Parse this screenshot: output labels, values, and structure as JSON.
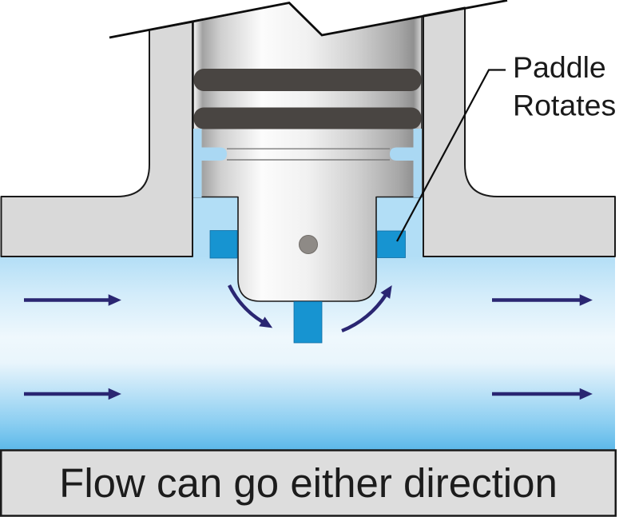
{
  "diagram": {
    "caption": {
      "text": "Flow can go either direction"
    },
    "callout": {
      "line1": "Paddle",
      "line2": "Rotates"
    },
    "colors": {
      "water_top": "#b2def6",
      "water_mid": "#eff8fd",
      "water_deep": "#5cb8e9",
      "paddle_blue": "#1794d1",
      "arrow_navy": "#2a2672",
      "housing_gray": "#d9d9d9",
      "o_ring_dark": "#494542",
      "caption_bg": "#dddddd",
      "pivot_gray": "#8e8a86",
      "outline_black": "#1a1a1a"
    }
  }
}
